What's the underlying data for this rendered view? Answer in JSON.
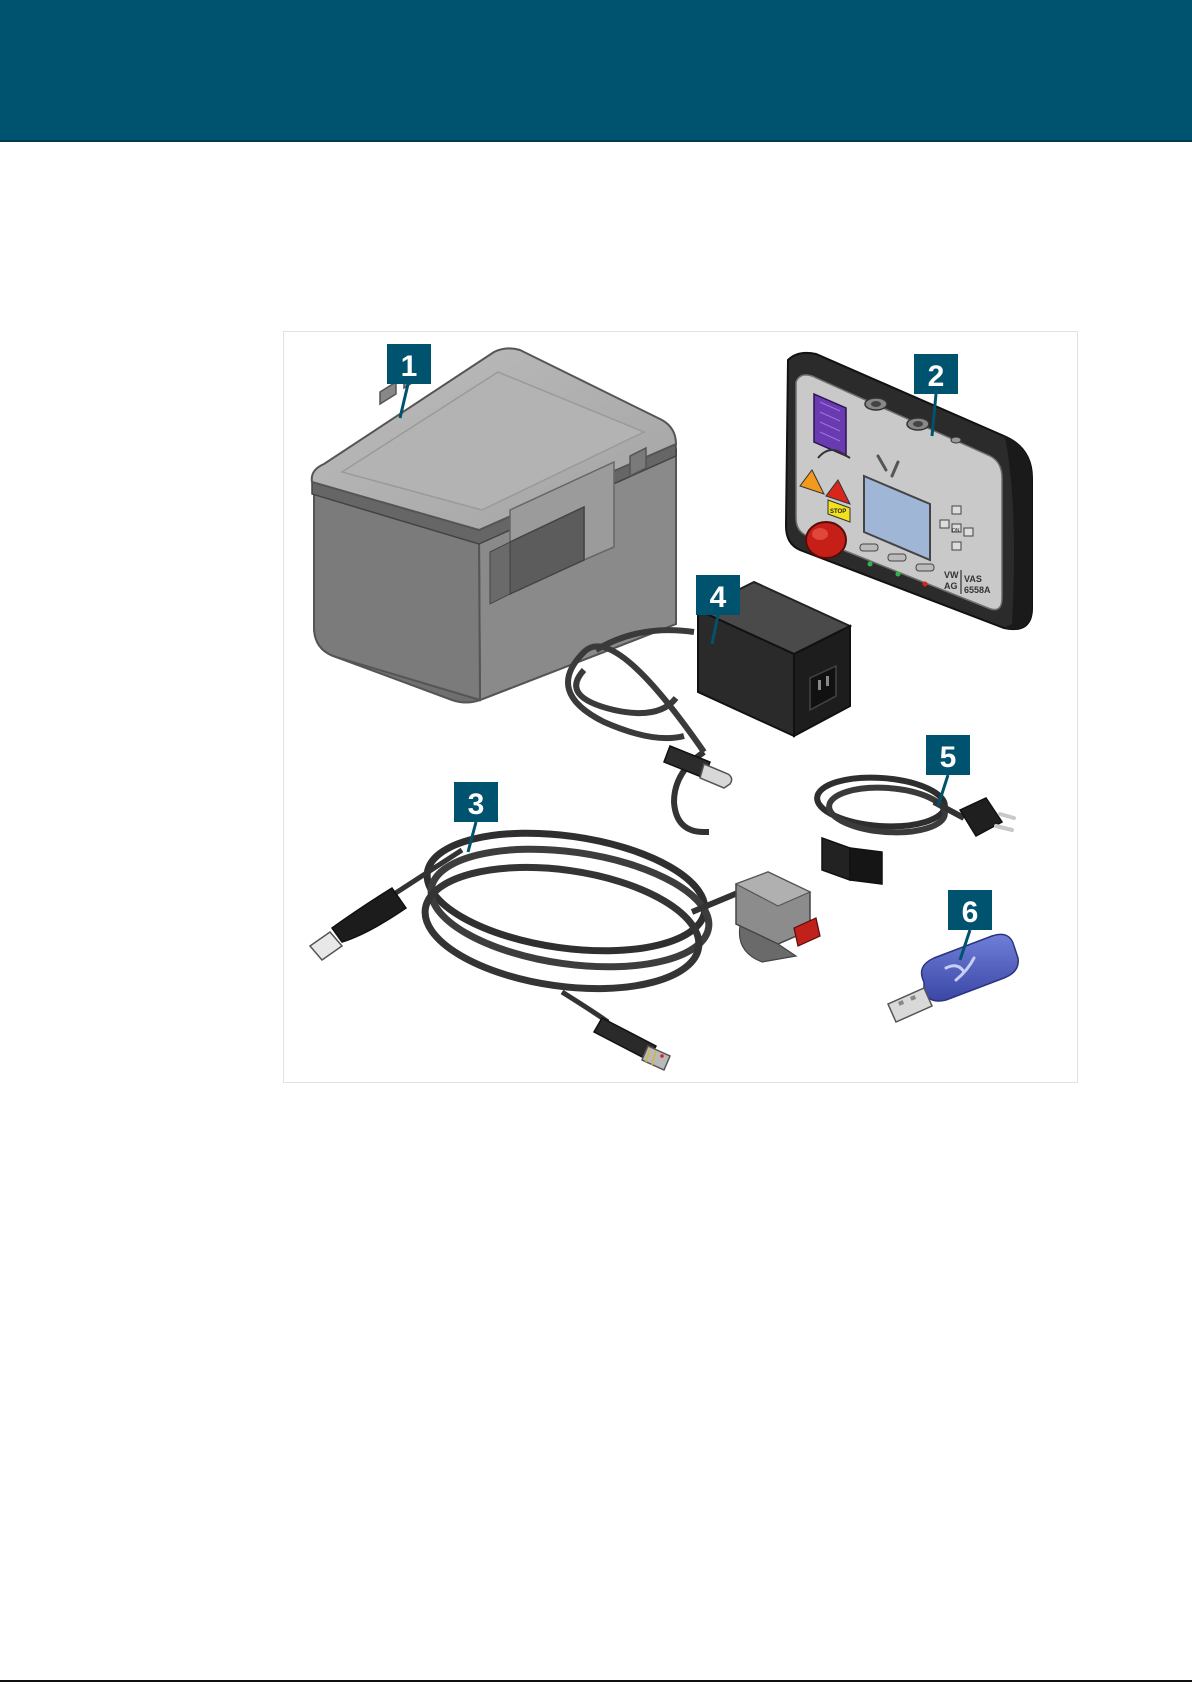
{
  "colors": {
    "header": "#00536e",
    "callout": "#00536e",
    "footer_rule": "#111111"
  },
  "figure": {
    "callouts": [
      {
        "label": "1",
        "item": "storage-case"
      },
      {
        "label": "2",
        "item": "tester-device"
      },
      {
        "label": "3",
        "item": "measuring-cable"
      },
      {
        "label": "4",
        "item": "power-adapter"
      },
      {
        "label": "5",
        "item": "mains-cable"
      },
      {
        "label": "6",
        "item": "usb-stick"
      }
    ],
    "device": {
      "brand_line_1": "VW",
      "brand_line_2": "AG",
      "model_line_1": "VAS",
      "model_line_2": "6558A",
      "stop_label": "STOP",
      "key_on": "ON"
    }
  }
}
